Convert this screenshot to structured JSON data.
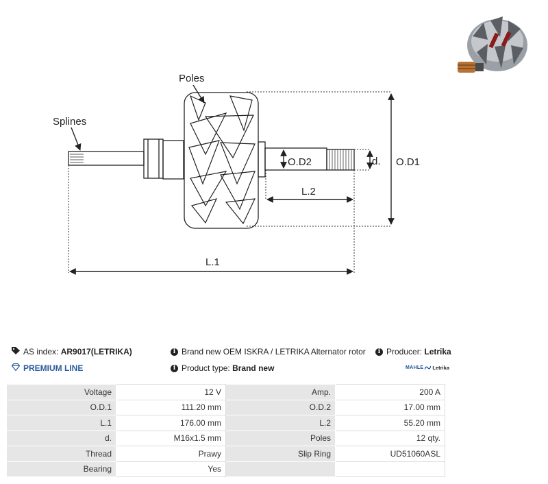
{
  "diagram": {
    "labels": {
      "poles": "Poles",
      "splines": "Splines",
      "od2": "O.D2",
      "d": "d.",
      "od1": "O.D1",
      "l2": "L.2",
      "l1": "L.1"
    }
  },
  "info": {
    "as_index_label": "AS index:",
    "as_index_value": "AR9017(LETRIKA)",
    "description": "Brand new OEM ISKRA / LETRIKA Alternator rotor",
    "producer_label": "Producer:",
    "producer_value": "Letrika",
    "premium_line": "PREMIUM LINE",
    "product_type_label": "Product type:",
    "product_type_value": "Brand new",
    "brand_logo_left": "MAHLE",
    "brand_logo_right": "Letrika"
  },
  "specs": [
    {
      "k1": "Voltage",
      "v1": "12 V",
      "k2": "Amp.",
      "v2": "200 A"
    },
    {
      "k1": "O.D.1",
      "v1": "111.20 mm",
      "k2": "O.D.2",
      "v2": "17.00 mm"
    },
    {
      "k1": "L.1",
      "v1": "176.00 mm",
      "k2": "L.2",
      "v2": "55.20 mm"
    },
    {
      "k1": "d.",
      "v1": "M16x1.5 mm",
      "k2": "Poles",
      "v2": "12 qty."
    },
    {
      "k1": "Thread",
      "v1": "Prawy",
      "k2": "Slip Ring",
      "v2": "UD51060ASL"
    },
    {
      "k1": "Bearing",
      "v1": "Yes",
      "k2": "",
      "v2": ""
    }
  ],
  "colors": {
    "premium": "#2b5a9e",
    "key_cell_bg": "#e6e6e6"
  }
}
